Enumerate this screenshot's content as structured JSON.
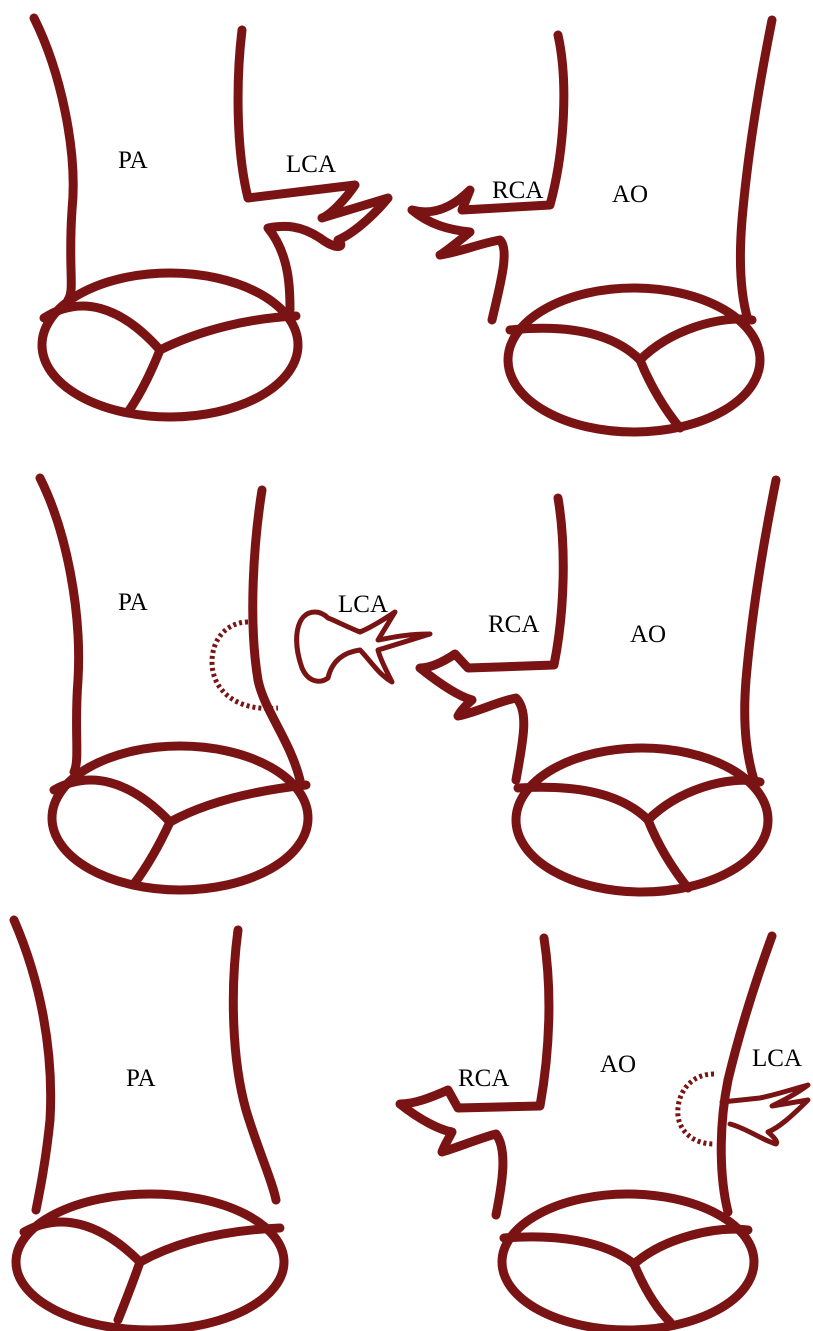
{
  "colors": {
    "vessel": "#7a1414",
    "text": "#000000",
    "background": "#ffffff"
  },
  "panels": [
    {
      "pa": "PA",
      "ao": "AO",
      "lca": "LCA",
      "rca": "RCA"
    },
    {
      "pa": "PA",
      "ao": "AO",
      "lca": "LCA",
      "rca": "RCA"
    },
    {
      "pa": "PA",
      "ao": "AO",
      "lca": "LCA",
      "rca": "RCA"
    }
  ]
}
